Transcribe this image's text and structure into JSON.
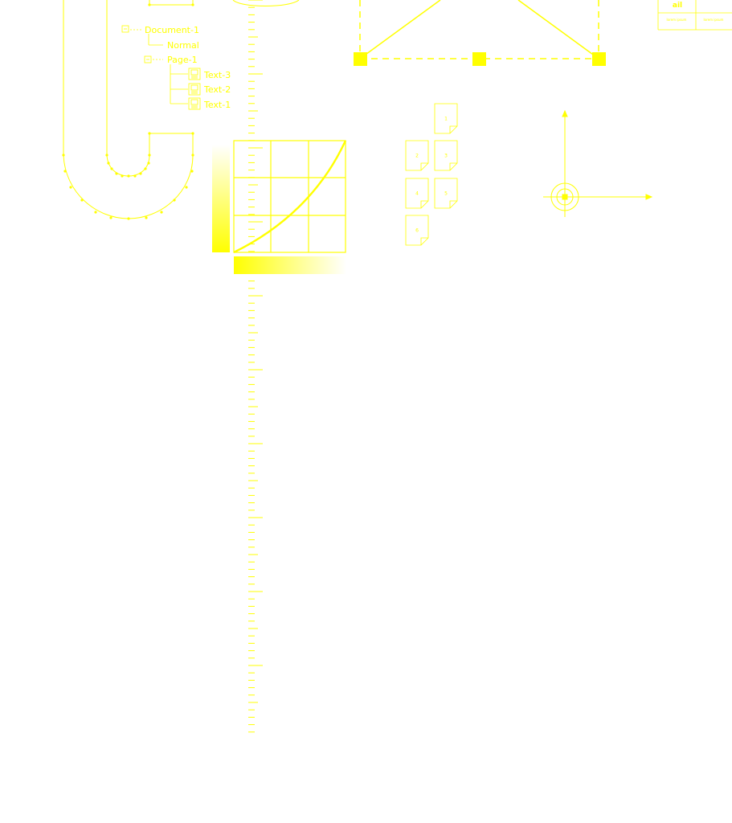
{
  "theme": {
    "stroke_color": "#ffff00",
    "fill_color": "#ffff00",
    "gradient_end_color": "#ffffff",
    "background": "#ffffff"
  },
  "tree": {
    "document_label": "Document-1",
    "normal_label": "Normal",
    "page_label": "Page-1",
    "text_items": [
      "Text-3",
      "Text-2",
      "Text-1"
    ]
  },
  "page_thumbnails": {
    "labels": [
      "1",
      "2",
      "3",
      "4",
      "5",
      "6"
    ]
  },
  "swatch_card": {
    "glyph": "ail",
    "captions": [
      "lorem ipsum",
      "lorem ipsum"
    ]
  },
  "icons": {
    "tree_collapse": "collapse-box-icon",
    "tree_page": "page-node-icon",
    "text_node": "text-node-icon",
    "curve_editor": "gradient-curve-icon",
    "pages": "page-thumbnail-icon",
    "origin": "origin-crosshair-icon",
    "handle": "selection-handle-icon"
  }
}
